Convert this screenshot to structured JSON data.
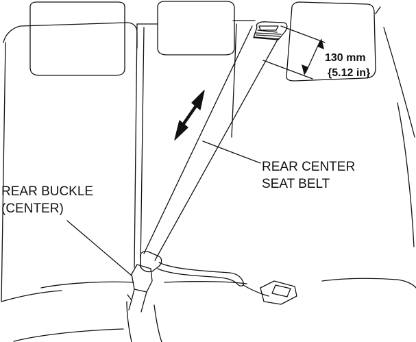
{
  "labels": {
    "dimension_metric": "130 mm",
    "dimension_imperial": "{5.12 in}",
    "seat_belt_line1": "REAR CENTER",
    "seat_belt_line2": "SEAT BELT",
    "buckle_line1": "REAR BUCKLE",
    "buckle_line2": "(CENTER)"
  },
  "colors": {
    "line": "#111111",
    "background": "#ffffff"
  }
}
